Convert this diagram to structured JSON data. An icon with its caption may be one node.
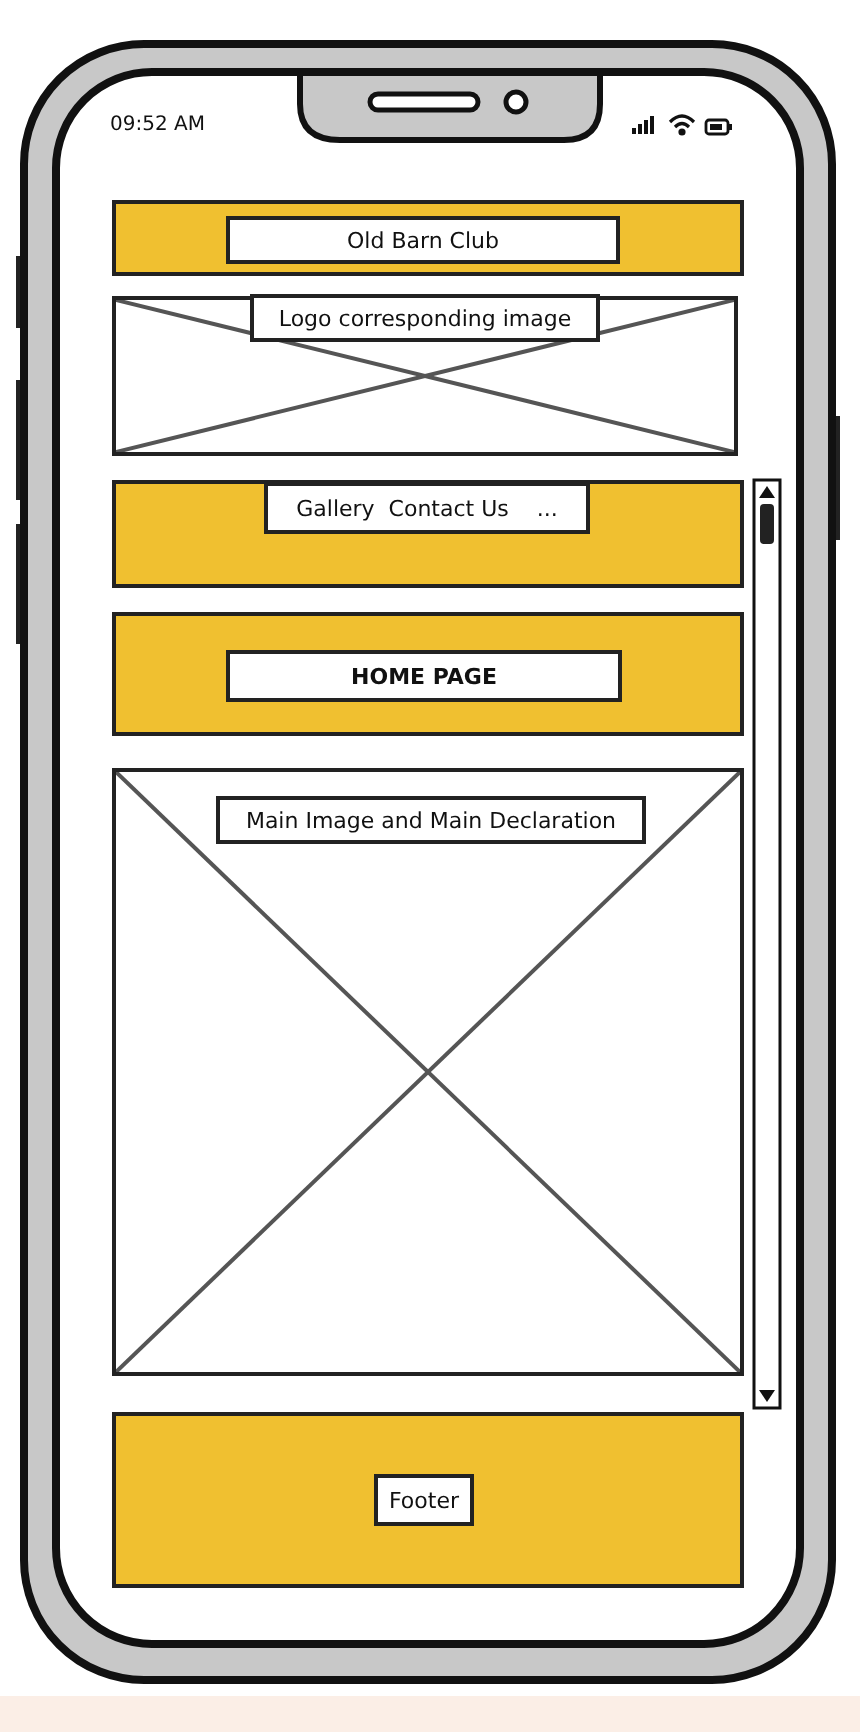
{
  "diagram": {
    "nodes": [
      {
        "text": [],
        "shape": "box"
      },
      {
        "text": [
          "Old Barn Club"
        ],
        "in": 0
      },
      {
        "text": [],
        "shape": "box"
      },
      {
        "text": [
          "Logo corresponding image"
        ],
        "in": 2
      },
      {
        "text": [],
        "shape": "box"
      },
      {
        "text": [
          "Gallery  Contact Us    ..."
        ],
        "in": 4
      },
      {
        "text": [],
        "shape": "box"
      },
      {
        "text": [
          "HOME PAGE"
        ],
        "in": 6
      },
      {
        "text": [],
        "shape": "box"
      },
      {
        "text": [
          "Main Image and Main Declaration"
        ],
        "in": 8
      },
      {
        "text": [],
        "shape": "box"
      },
      {
        "text": [
          "Footer"
        ],
        "in": 10
      }
    ],
    "labels": [
      "09:52 AM"
    ]
  }
}
